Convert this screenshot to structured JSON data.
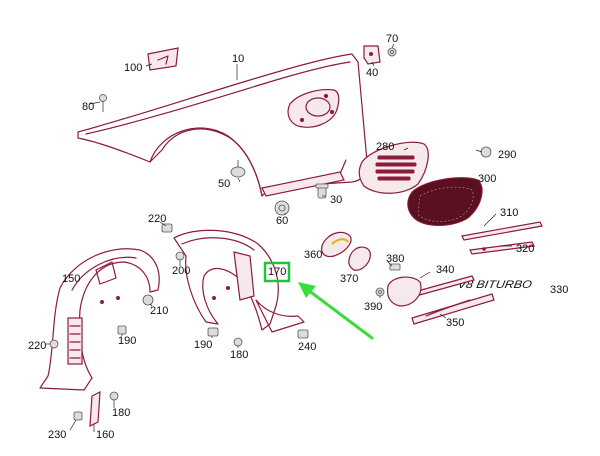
{
  "labels": {
    "p10": "10",
    "p30": "30",
    "p40": "40",
    "p50": "50",
    "p60": "60",
    "p70": "70",
    "p80": "80",
    "p100": "100",
    "p150": "150",
    "p160": "160",
    "p170": "170",
    "p180a": "180",
    "p180b": "180",
    "p190a": "190",
    "p190b": "190",
    "p200": "200",
    "p210": "210",
    "p220a": "220",
    "p220b": "220",
    "p230": "230",
    "p240": "240",
    "p280": "280",
    "p290": "290",
    "p300": "300",
    "p310": "310",
    "p320": "320",
    "p330": "330",
    "p340": "340",
    "p350": "350",
    "p360": "360",
    "p370": "370",
    "p380": "380",
    "p390": "390"
  },
  "badge_text": "V8 BITURBO",
  "highlight": {
    "label_key": "p170",
    "color": "#22c23a",
    "arrow_color": "#3ddc3d"
  }
}
